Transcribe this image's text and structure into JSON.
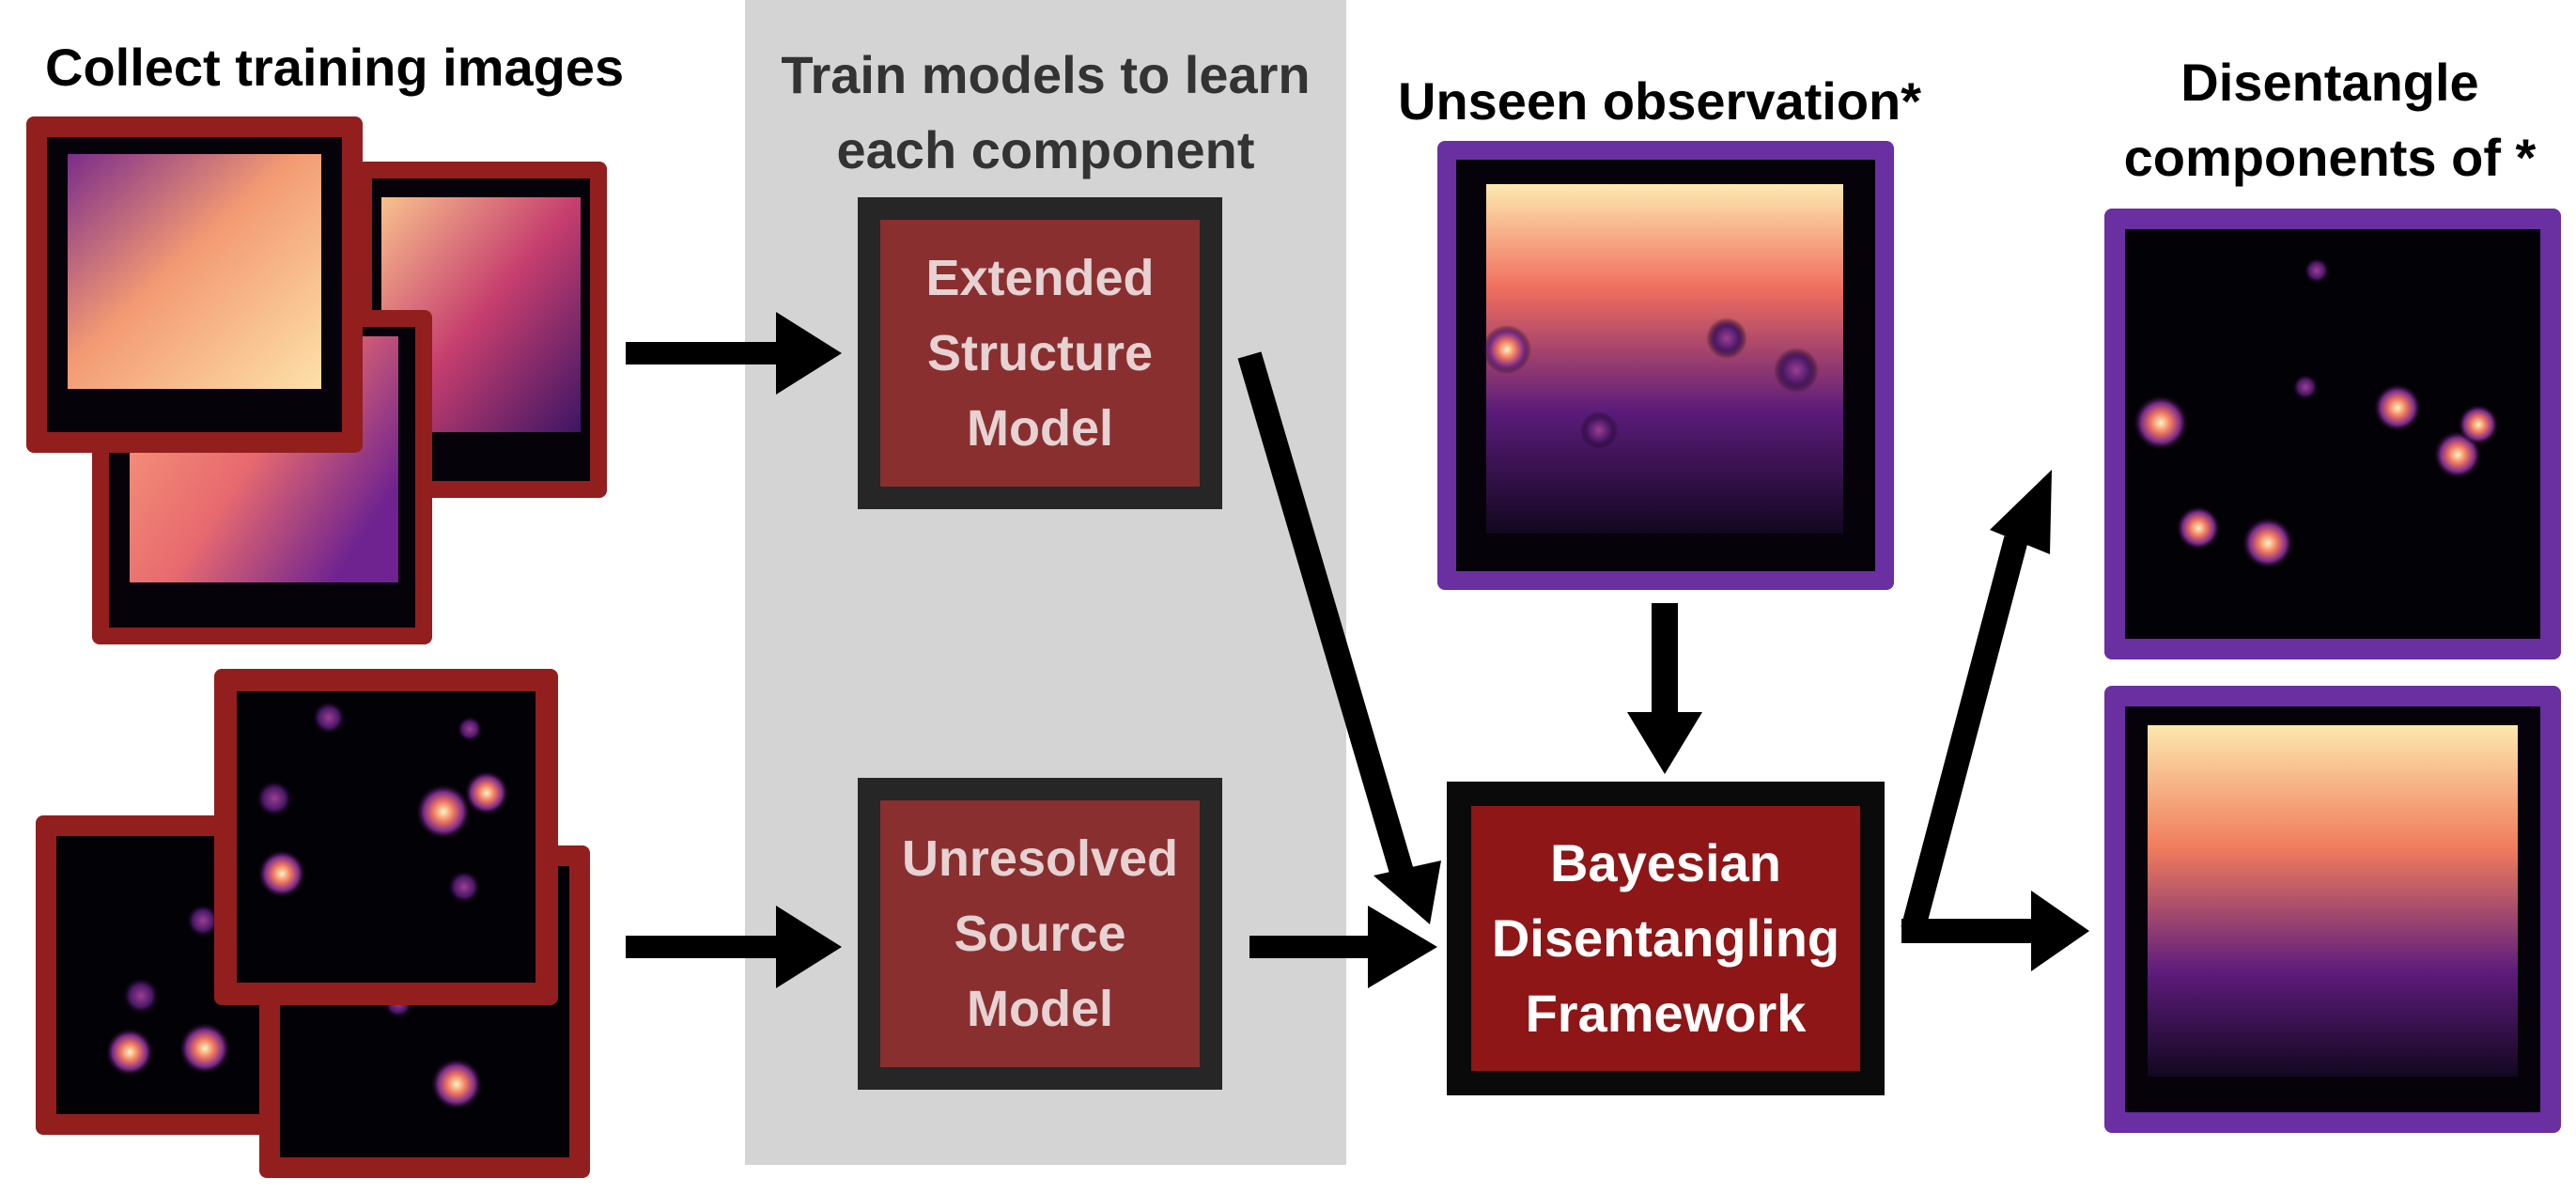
{
  "headings": {
    "collect": "Collect training images",
    "train": "Train models to learn\neach component",
    "unseen": "Unseen observation*",
    "disentangle": "Disentangle\ncomponents of *"
  },
  "models": {
    "extended": "Extended\nStructure\nModel",
    "unresolved": "Unresolved\nSource\nModel"
  },
  "framework": {
    "label": "Bayesian\nDisentangling\nFramework"
  },
  "colors": {
    "training_frame": "#931e1e",
    "observation_frame": "#6a2fa0",
    "model_border": "#262626",
    "model_fill": "#8a2f2f",
    "framework_border": "#0a0a0a",
    "framework_fill": "#8f1616",
    "train_band": "#d4d4d4",
    "arrow": "#000000"
  },
  "images": {
    "colormap": "magma",
    "extended_training_count": 3,
    "source_training_count": 3
  }
}
